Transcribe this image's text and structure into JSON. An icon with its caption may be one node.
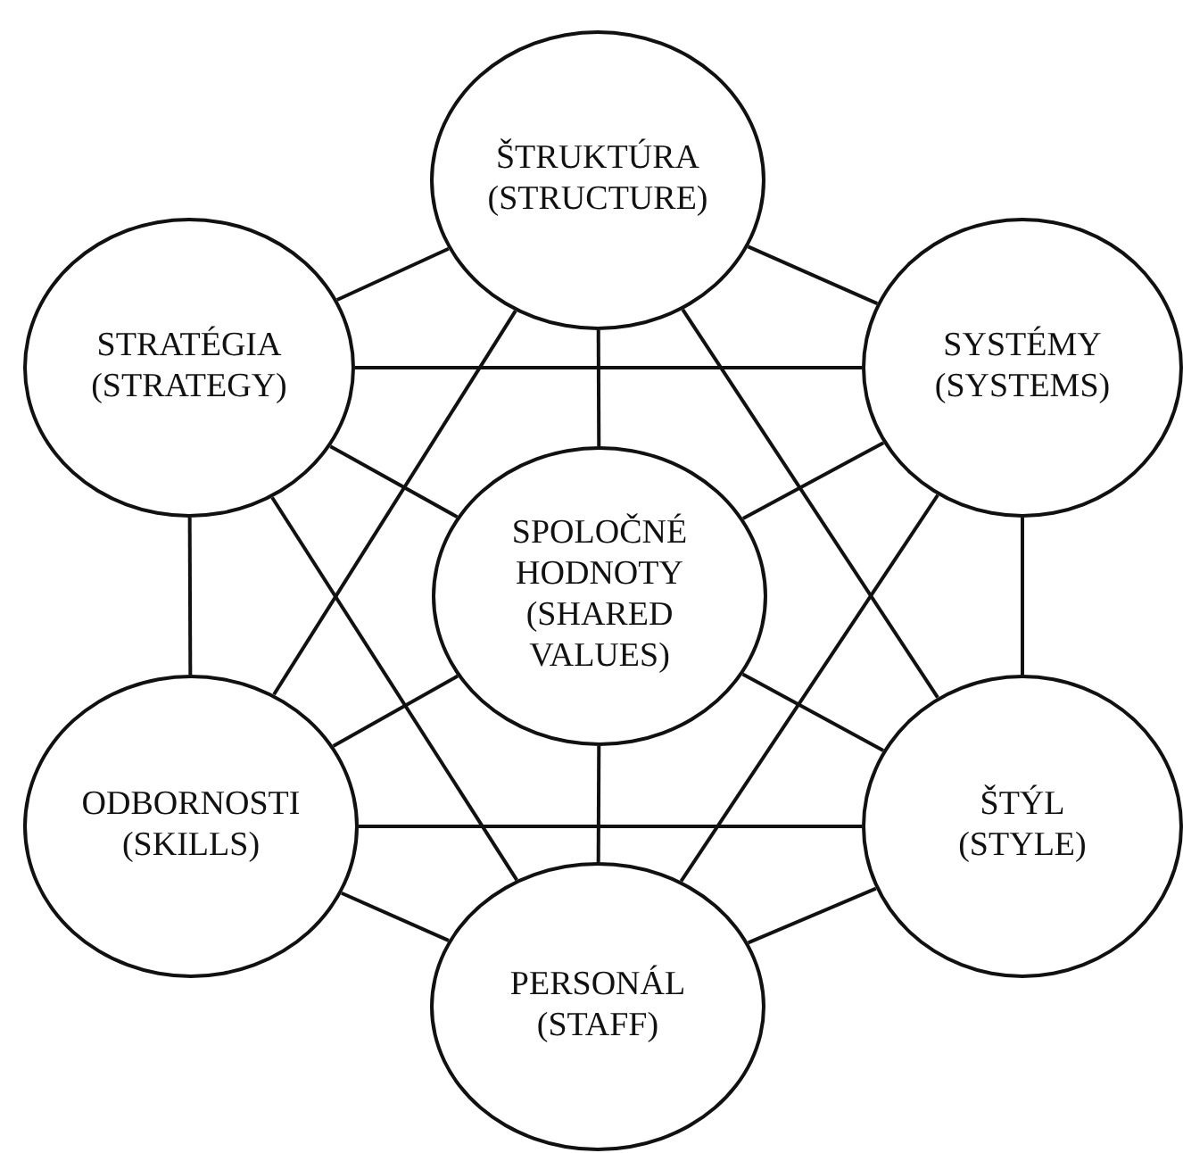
{
  "diagram": {
    "nodes": [
      {
        "text": [
          "ŠTRUKTÚRA",
          "(STRUCTURE)"
        ]
      },
      {
        "text": [
          "STRATÉGIA",
          "(STRATEGY)"
        ]
      },
      {
        "text": [
          "SYSTÉMY",
          "(SYSTEMS)"
        ]
      },
      {
        "text": [
          "SPOLOČNÉ HODNOTY",
          "(SHARED VALUES)"
        ]
      },
      {
        "text": [
          "ODBORNOSTI",
          "(SKILLS)"
        ]
      },
      {
        "text": [
          "ŠTÝL",
          "(STYLE)"
        ]
      },
      {
        "text": [
          "PERSONÁL",
          "(STAFF)"
        ]
      }
    ],
    "edges": [
      {
        "from": 0,
        "to": 1,
        "arrow": "none"
      },
      {
        "from": 0,
        "to": 2,
        "arrow": "none"
      },
      {
        "from": 0,
        "to": 3,
        "arrow": "none"
      },
      {
        "from": 0,
        "to": 4,
        "arrow": "none"
      },
      {
        "from": 0,
        "to": 5,
        "arrow": "none"
      },
      {
        "from": 1,
        "to": 2,
        "arrow": "none"
      },
      {
        "from": 1,
        "to": 3,
        "arrow": "none"
      },
      {
        "from": 1,
        "to": 4,
        "arrow": "none"
      },
      {
        "from": 1,
        "to": 6,
        "arrow": "none"
      },
      {
        "from": 2,
        "to": 3,
        "arrow": "none"
      },
      {
        "from": 2,
        "to": 5,
        "arrow": "none"
      },
      {
        "from": 2,
        "to": 6,
        "arrow": "none"
      },
      {
        "from": 3,
        "to": 4,
        "arrow": "none"
      },
      {
        "from": 3,
        "to": 5,
        "arrow": "none"
      },
      {
        "from": 3,
        "to": 6,
        "arrow": "none"
      },
      {
        "from": 4,
        "to": 5,
        "arrow": "none"
      },
      {
        "from": 4,
        "to": 6,
        "arrow": "none"
      },
      {
        "from": 5,
        "to": 6,
        "arrow": "none"
      }
    ]
  }
}
